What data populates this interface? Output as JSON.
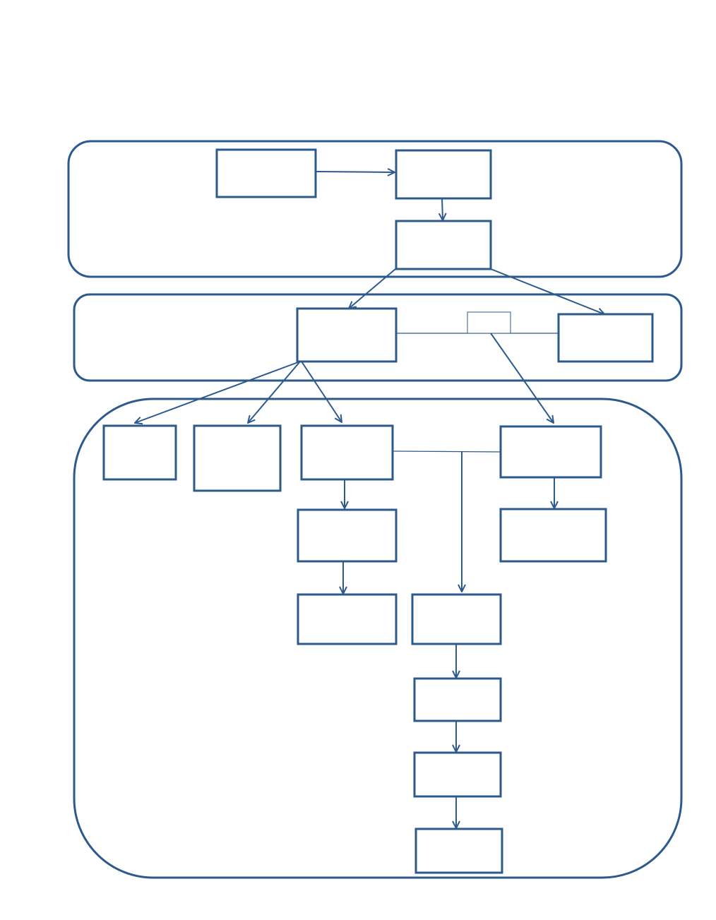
{
  "colors": {
    "stroke": "#2c5a8c",
    "background": "#ffffff"
  },
  "diagram": {
    "groups": [
      {
        "id": "group-top"
      },
      {
        "id": "group-middle"
      },
      {
        "id": "group-bottom"
      }
    ],
    "nodes": [
      {
        "id": "n1",
        "label": ""
      },
      {
        "id": "n2",
        "label": ""
      },
      {
        "id": "n3",
        "label": ""
      },
      {
        "id": "n4",
        "label": ""
      },
      {
        "id": "n5",
        "label": ""
      },
      {
        "id": "n6",
        "label": ""
      },
      {
        "id": "n7",
        "label": ""
      },
      {
        "id": "n8",
        "label": ""
      },
      {
        "id": "n9",
        "label": ""
      },
      {
        "id": "n10",
        "label": ""
      },
      {
        "id": "n11",
        "label": ""
      },
      {
        "id": "n12",
        "label": ""
      },
      {
        "id": "n13",
        "label": ""
      },
      {
        "id": "n14",
        "label": ""
      },
      {
        "id": "n15",
        "label": ""
      },
      {
        "id": "n16",
        "label": ""
      },
      {
        "id": "n17",
        "label": ""
      }
    ],
    "edges": [
      {
        "from": "n1",
        "to": "n2"
      },
      {
        "from": "n2",
        "to": "n3"
      },
      {
        "from": "n3",
        "to": "n4"
      },
      {
        "from": "n3",
        "to": "n5"
      },
      {
        "from": "n4",
        "to": "n7"
      },
      {
        "from": "n4",
        "to": "n8"
      },
      {
        "from": "n4",
        "to": "n9"
      },
      {
        "from": "n6",
        "to": "n10"
      },
      {
        "from": "n9",
        "to": "n11"
      },
      {
        "from": "n11",
        "to": "n13"
      },
      {
        "from": "n9",
        "to": "n14"
      },
      {
        "from": "n10",
        "to": "n12"
      },
      {
        "from": "n14",
        "to": "n15"
      },
      {
        "from": "n15",
        "to": "n16"
      },
      {
        "from": "n16",
        "to": "n17"
      }
    ]
  }
}
